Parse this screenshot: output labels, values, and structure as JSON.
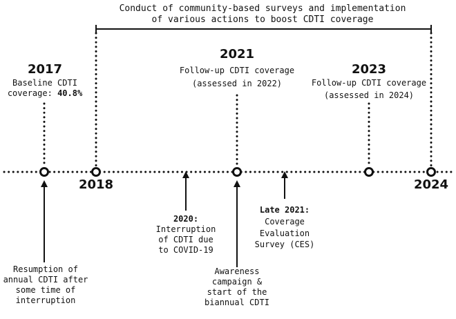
{
  "banner": {
    "line1": "Conduct of community-based surveys and implementation",
    "line2": "of various actions to boost CDTI coverage"
  },
  "events_above": [
    {
      "year": "2017",
      "line1": "Baseline CDTI",
      "line2_prefix": "coverage: ",
      "line2_value": "40.8%"
    },
    {
      "year": "2021",
      "line1": "Follow-up CDTI coverage",
      "line2": "(assessed in 2022)"
    },
    {
      "year": "2023",
      "line1": "Follow-up CDTI coverage",
      "line2": "(assessed in 2024)"
    }
  ],
  "axis_labels": {
    "start_year": "2018",
    "end_year": "2024"
  },
  "events_below": [
    {
      "title": "2020:",
      "lines": [
        "Interruption",
        "of CDTI due",
        "to COVID-19"
      ]
    },
    {
      "title": "Late 2021:",
      "lines": [
        "Coverage",
        "Evaluation",
        "Survey (CES)"
      ]
    },
    {
      "lines": [
        "Resumption of",
        "annual CDTI after",
        "some time of",
        "interruption"
      ]
    },
    {
      "lines": [
        "Awareness",
        "campaign &",
        "start of the",
        "biannual CDTI"
      ]
    }
  ]
}
